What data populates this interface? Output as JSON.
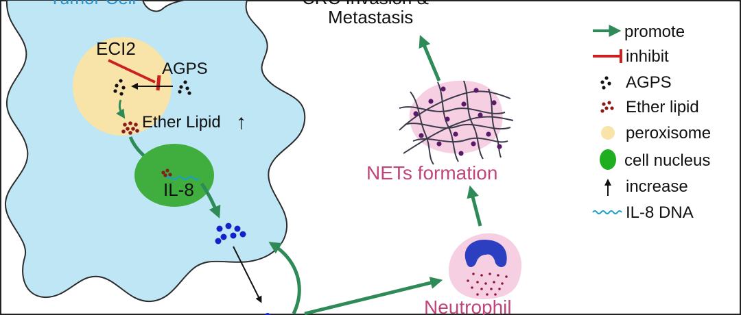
{
  "tumor_cell": {
    "title": "Tumor Cell",
    "peroxisome": {
      "enzyme": "ECI2",
      "substrate": "AGPS",
      "product": "Ether Lipid",
      "product_change": "↑"
    },
    "nucleus": {
      "gene": "IL-8"
    }
  },
  "neutrophil": {
    "label": "Neutrophil"
  },
  "nets": {
    "label": "NETs formation"
  },
  "outcome": {
    "line1": "CRC Invasion &",
    "line2": "Metastasis"
  },
  "legend": {
    "items": [
      {
        "symbol": "promote-arrow",
        "label": "promote"
      },
      {
        "symbol": "inhibit-bar",
        "label": "inhibit"
      },
      {
        "symbol": "agps-dots",
        "label": "AGPS"
      },
      {
        "symbol": "ether-lipid-dots",
        "label": "Ether lipid"
      },
      {
        "symbol": "peroxisome-circle",
        "label": "peroxisome"
      },
      {
        "symbol": "nucleus-oval",
        "label": "cell nucleus"
      },
      {
        "symbol": "increase-arrow",
        "label": "increase"
      },
      {
        "symbol": "il8-dna-wave",
        "label": "IL-8 DNA"
      }
    ]
  },
  "colors": {
    "cell_fill": "#bfe6f5",
    "peroxisome_fill": "#f8e3a8",
    "nucleus_fill": "#3fae3f",
    "promote_arrow": "#2e8b57",
    "inhibit_bar": "#cc1f1f",
    "ether_lipid": "#8b1a1a",
    "il8_protein": "#1420c8",
    "neutrophil_fill": "#f6d0e2",
    "neutrophil_nucleus": "#2c3fc0",
    "label_pink": "#c0457a",
    "dna_wave": "#1aa0c8"
  }
}
